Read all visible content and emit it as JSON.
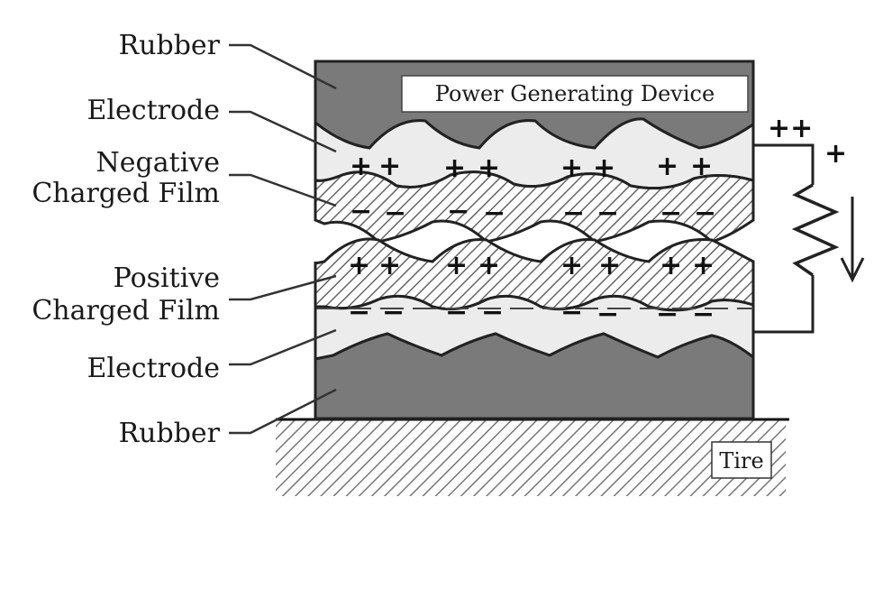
{
  "title": "Power Generating Device",
  "labels": {
    "rubber_top": "Rubber",
    "electrode_top": "Electrode",
    "negative_film_line1": "Negative",
    "negative_film_line2": "Charged Film",
    "positive_film_line1": "Positive",
    "positive_film_line2": "Charged Film",
    "electrode_bottom": "Electrode",
    "rubber_bottom": "Rubber",
    "tire": "Tire"
  },
  "charges": {
    "plus": "+",
    "minus": "−"
  },
  "circuit": {
    "top_charges": "++",
    "side_charge": "+",
    "current_direction": "down"
  },
  "colors": {
    "rubber": "#7a7a7a",
    "electrode": "#ececec",
    "film_hatch": "#555555",
    "outline": "#222222"
  },
  "layers_top_to_bottom": [
    "Rubber",
    "Electrode",
    "Negative Charged Film",
    "Positive Charged Film",
    "Electrode",
    "Rubber",
    "Tire"
  ]
}
